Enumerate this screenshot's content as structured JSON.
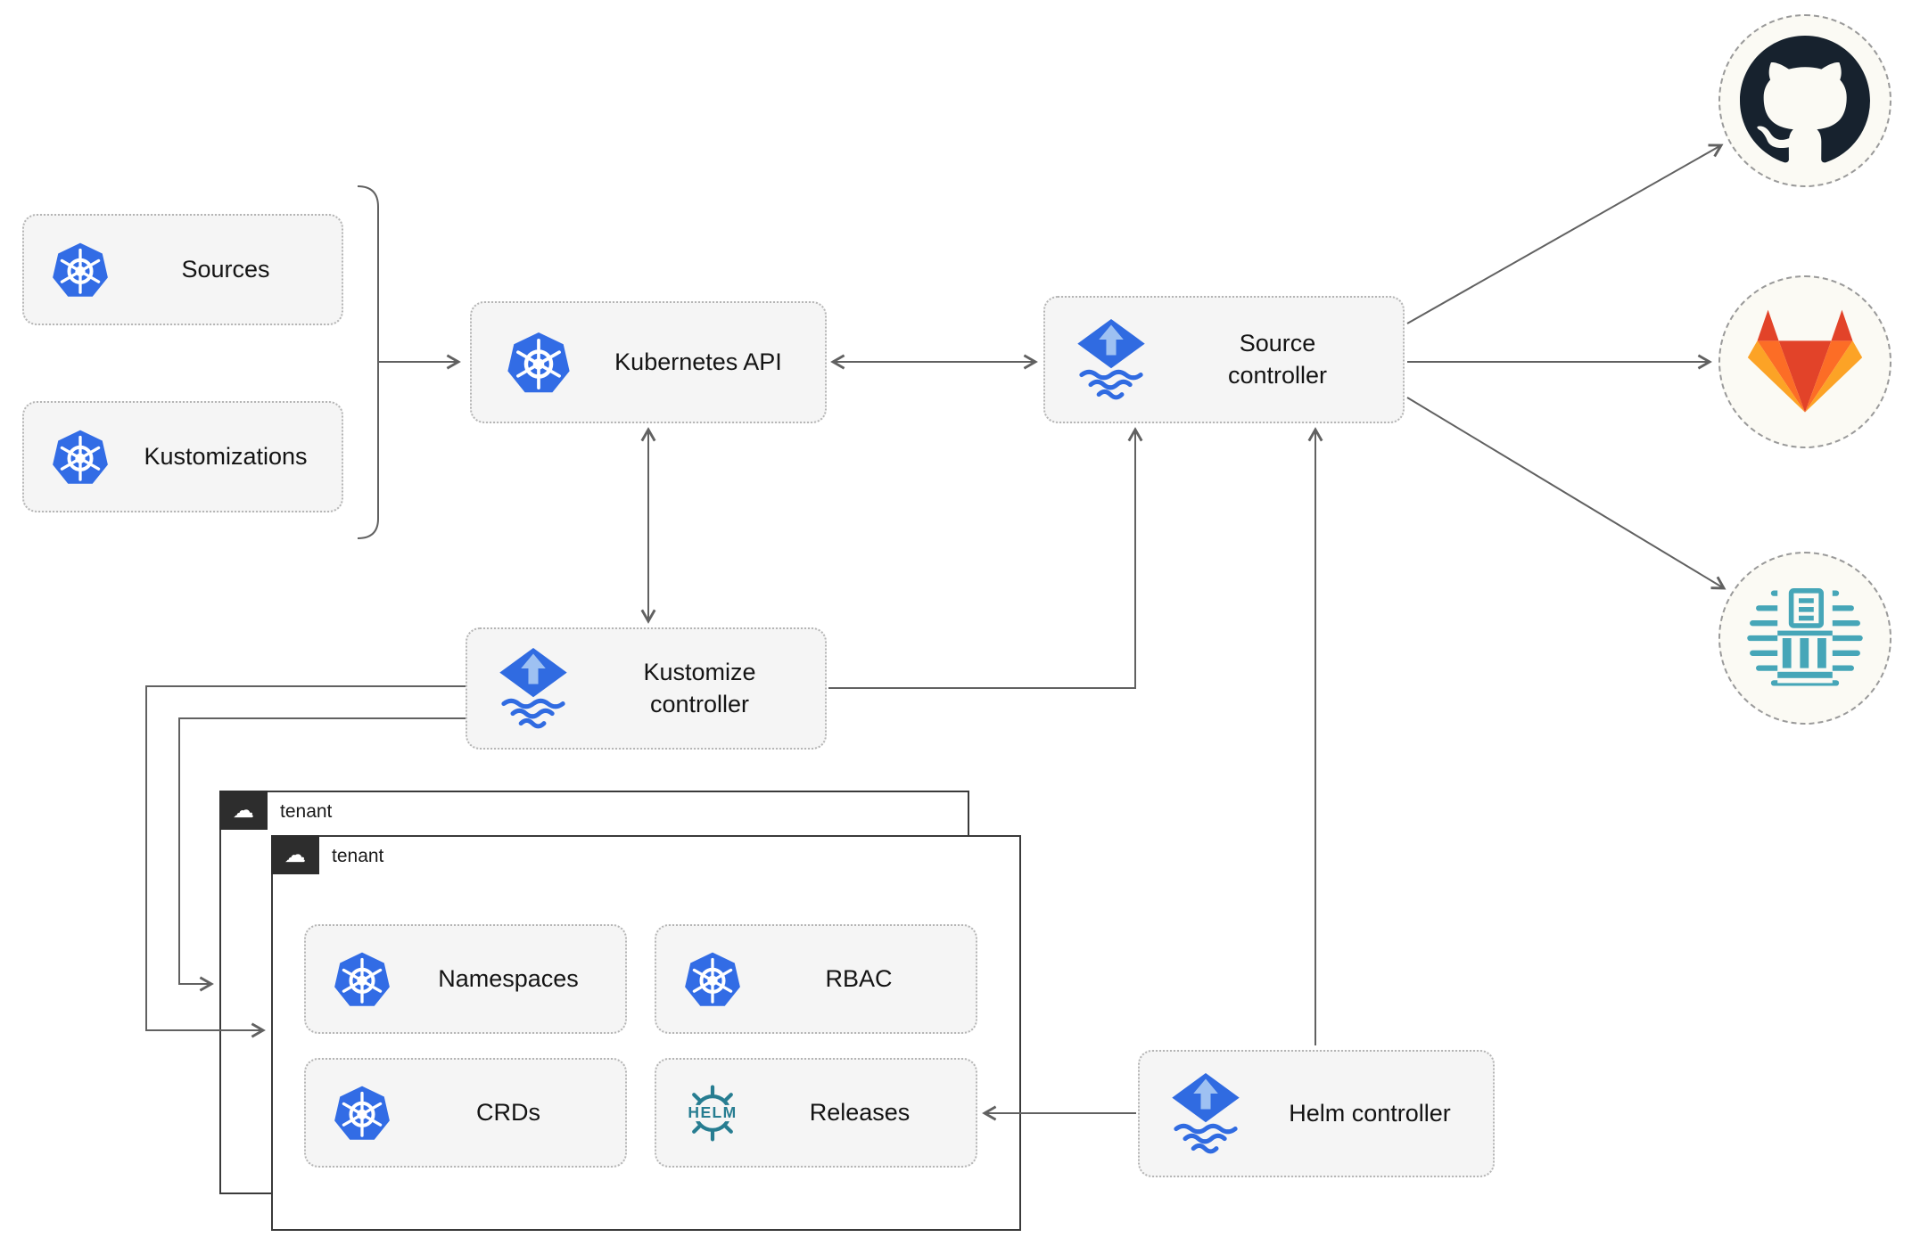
{
  "boxes": {
    "sources": "Sources",
    "kustomizations": "Kustomizations",
    "kubernetes_api": "Kubernetes API",
    "source_controller": "Source controller",
    "kustomize_controller": "Kustomize controller",
    "helm_controller": "Helm controller",
    "namespaces": "Namespaces",
    "rbac": "RBAC",
    "crds": "CRDs",
    "releases": "Releases"
  },
  "tenant": {
    "back_label": "tenant",
    "front_label": "tenant",
    "cloud_glyph": "☁"
  },
  "logos": {
    "helm_text": "HELM"
  },
  "icons": {
    "kubernetes": "kubernetes-icon",
    "flux": "flux-icon",
    "helm": "helm-icon",
    "github": "github-icon",
    "gitlab": "gitlab-icon",
    "harbor_registry": "harbor-registry-icon",
    "cloud": "cloud-icon"
  },
  "colors": {
    "kubernetes_blue": "#326CE5",
    "flux_blue": "#306BE1",
    "flux_arrow_light": "#9EC1F2",
    "helm_teal": "#277D91",
    "harbor_teal": "#46A6B8",
    "github_dark": "#17222E",
    "gitlab_red": "#E24329",
    "gitlab_orange": "#FC6D26",
    "gitlab_yellow": "#FCA326",
    "arrow_gray": "#616161",
    "node_fill": "#F5F5F5",
    "node_border": "#B5B5B5"
  }
}
